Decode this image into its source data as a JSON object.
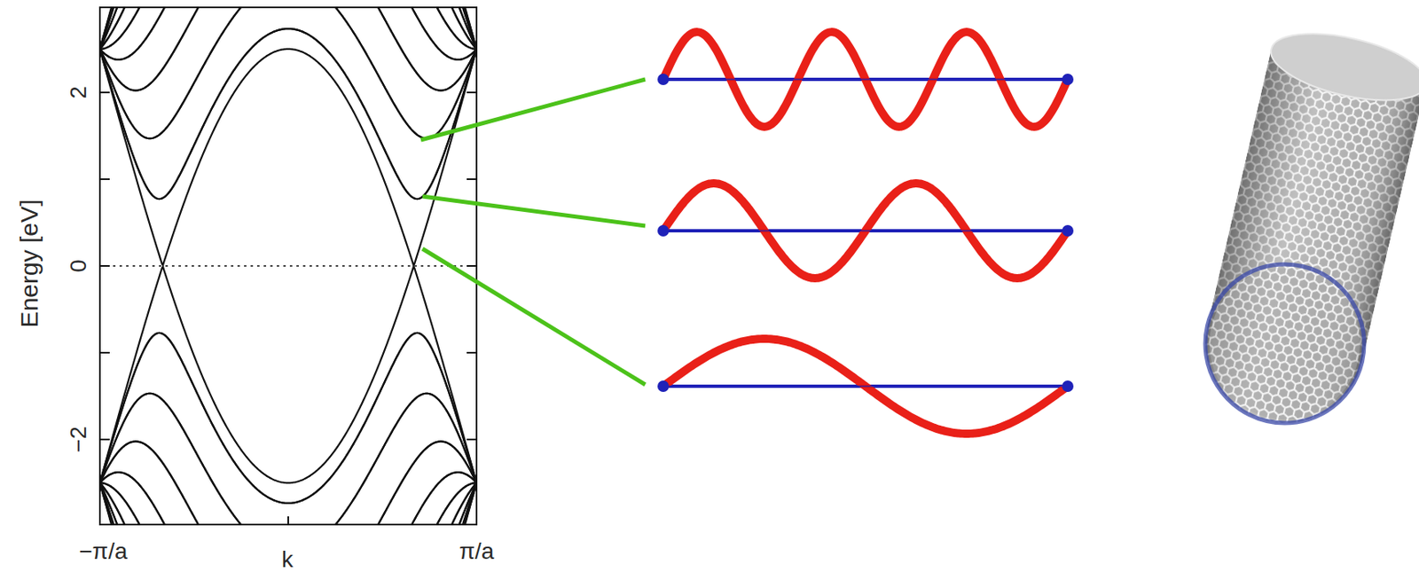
{
  "diagram": {
    "labels": [
      "2",
      "0",
      "−2",
      "Energy [eV]",
      "−π/a",
      "k",
      "π/a"
    ]
  }
}
